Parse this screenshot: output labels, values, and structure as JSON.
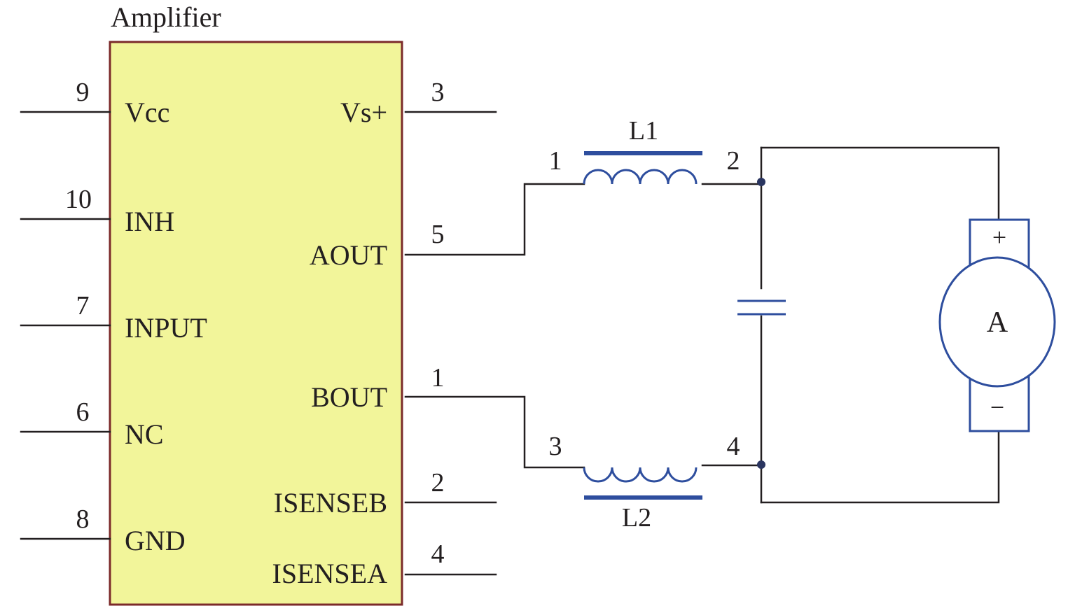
{
  "amplifier": {
    "title": "Amplifier",
    "fill_color": "#f2f59a",
    "border_color": "#7b2a2a",
    "left_pins": [
      {
        "number": "9",
        "label": "Vcc"
      },
      {
        "number": "10",
        "label": "INH"
      },
      {
        "number": "7",
        "label": "INPUT"
      },
      {
        "number": "6",
        "label": "NC"
      },
      {
        "number": "8",
        "label": "GND"
      }
    ],
    "right_pins": [
      {
        "number": "3",
        "label": "Vs+"
      },
      {
        "number": "5",
        "label": "AOUT"
      },
      {
        "number": "1",
        "label": "BOUT"
      },
      {
        "number": "2",
        "label": "ISENSEB"
      },
      {
        "number": "4",
        "label": "ISENSEA"
      }
    ]
  },
  "inductor_l1": {
    "label": "L1",
    "pin_left": "1",
    "pin_right": "2"
  },
  "inductor_l2": {
    "label": "L2",
    "pin_left": "3",
    "pin_right": "4"
  },
  "ammeter": {
    "label": "A",
    "plus": "+",
    "minus": "−"
  },
  "component_color": "#2e4e9e",
  "wire_color": "#231f20"
}
